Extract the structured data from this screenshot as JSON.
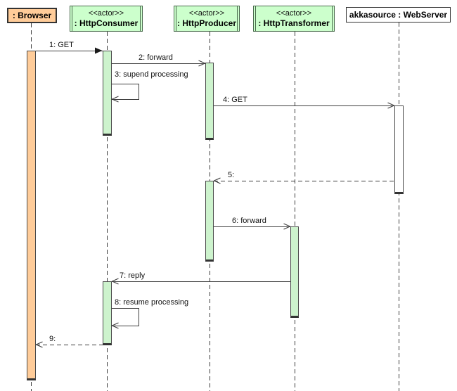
{
  "diagram": {
    "type": "uml-sequence-diagram",
    "participants": [
      {
        "id": "browser",
        "stereotype": "",
        "name": ": Browser",
        "fill": "#ffcc99"
      },
      {
        "id": "httpconsumer",
        "stereotype": "<<actor>>",
        "name": ": HttpConsumer",
        "fill": "#ccffcc"
      },
      {
        "id": "httpproducer",
        "stereotype": "<<actor>>",
        "name": ": HttpProducer",
        "fill": "#ccffcc"
      },
      {
        "id": "httptransformer",
        "stereotype": "<<actor>>",
        "name": ": HttpTransformer",
        "fill": "#ccffcc"
      },
      {
        "id": "webserver",
        "stereotype": "",
        "name": "akkasource : WebServer",
        "fill": "#ffffff"
      }
    ],
    "messages": [
      {
        "seq": "1",
        "label": "1: GET",
        "from": "browser",
        "to": "httpconsumer",
        "kind": "sync-call",
        "line": "solid",
        "arrowhead": "filled"
      },
      {
        "seq": "2",
        "label": "2: forward",
        "from": "httpconsumer",
        "to": "httpproducer",
        "kind": "async-call",
        "line": "solid",
        "arrowhead": "open"
      },
      {
        "seq": "3",
        "label": "3: supend processing",
        "from": "httpconsumer",
        "to": "httpconsumer",
        "kind": "self-message",
        "line": "solid",
        "arrowhead": "open"
      },
      {
        "seq": "4",
        "label": "4: GET",
        "from": "httpproducer",
        "to": "webserver",
        "kind": "async-call",
        "line": "solid",
        "arrowhead": "open"
      },
      {
        "seq": "5",
        "label": "5:",
        "from": "webserver",
        "to": "httpproducer",
        "kind": "return",
        "line": "dashed",
        "arrowhead": "open"
      },
      {
        "seq": "6",
        "label": "6: forward",
        "from": "httpproducer",
        "to": "httptransformer",
        "kind": "async-call",
        "line": "solid",
        "arrowhead": "open"
      },
      {
        "seq": "7",
        "label": "7: reply",
        "from": "httptransformer",
        "to": "httpconsumer",
        "kind": "async-call",
        "line": "solid",
        "arrowhead": "open"
      },
      {
        "seq": "8",
        "label": "8: resume processing",
        "from": "httpconsumer",
        "to": "httpconsumer",
        "kind": "self-message",
        "line": "solid",
        "arrowhead": "open"
      },
      {
        "seq": "9",
        "label": "9:",
        "from": "httpconsumer",
        "to": "browser",
        "kind": "return",
        "line": "dashed",
        "arrowhead": "open"
      }
    ],
    "colors": {
      "browser_fill": "#ffcc99",
      "actor_fill": "#ccffcc",
      "actor_border": "#47684a",
      "webserver_fill": "#ffffff",
      "line": "#3f3f3f",
      "text": "#111111",
      "background": "#ffffff"
    }
  }
}
